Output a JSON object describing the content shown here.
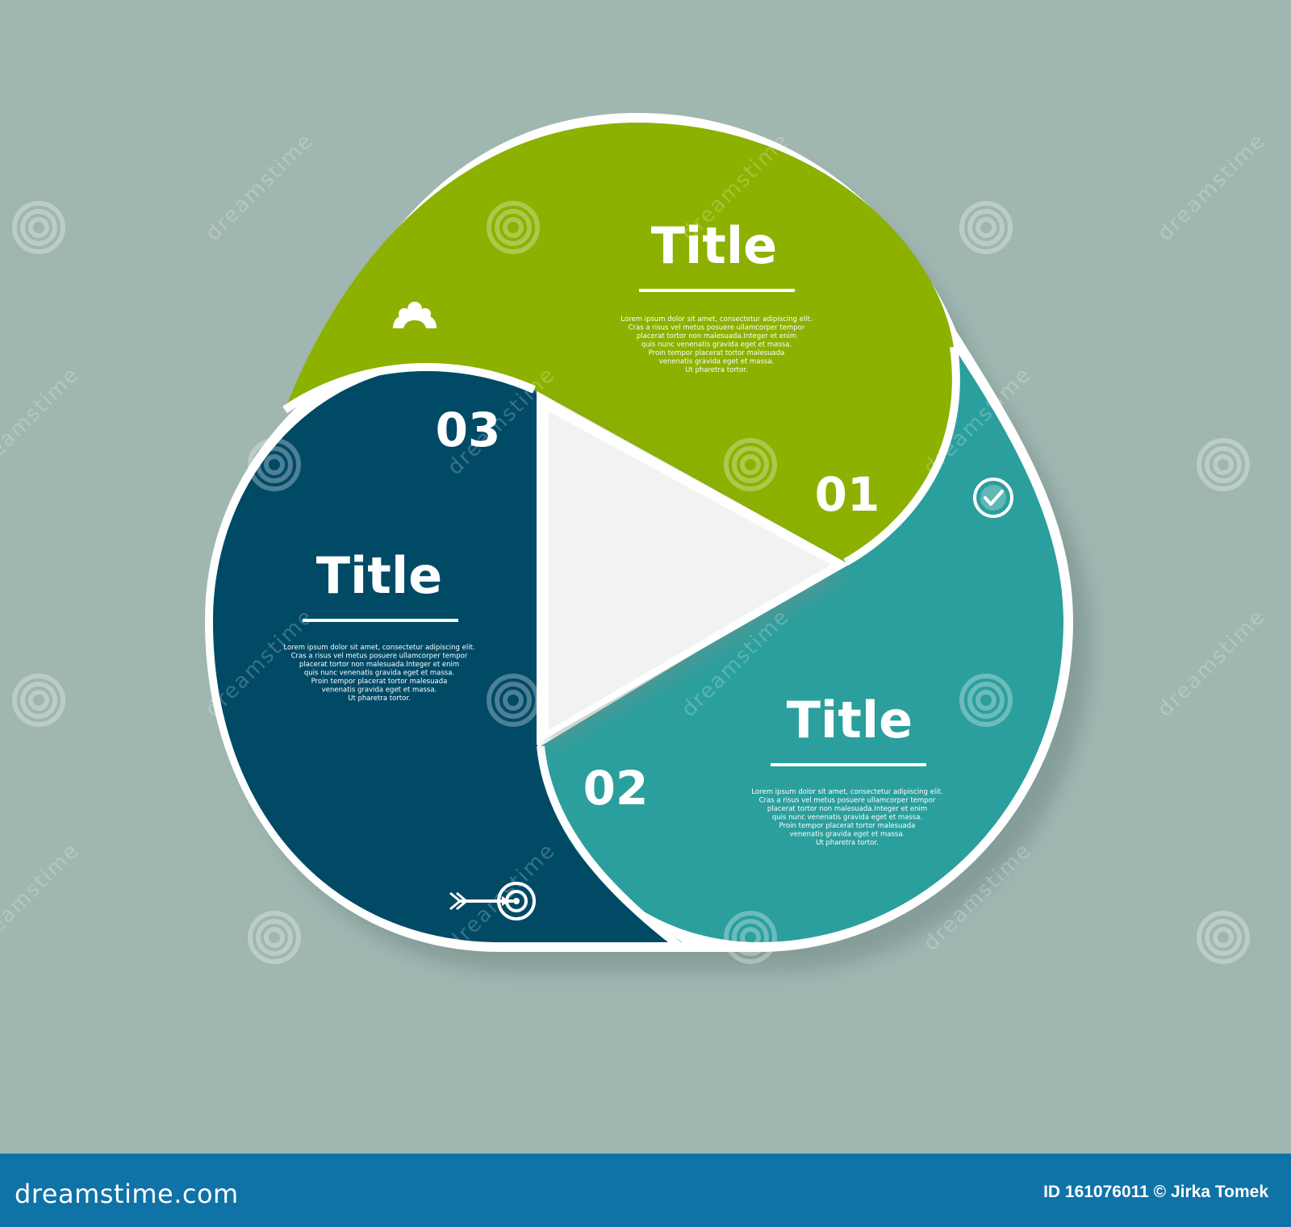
{
  "colors": {
    "background": "#a0b6b1",
    "green": "#8cb100",
    "teal": "#2b9f9d",
    "navy": "#004a66",
    "outline": "#ffffff",
    "footer": "#0f73a8"
  },
  "segments": [
    {
      "number": "01",
      "title": "Title",
      "body": [
        "Lorem ipsum dolor sit amet, consectetur adipiscing elit.",
        "Cras a risus vel metus posuere ullamcorper tempor",
        "placerat tortor non malesuada.Integer et enim",
        "quis nunc venenatis gravida eget et massa.",
        "Proin tempor placerat tortor  malesuada",
        "venenatis gravida eget et massa.",
        "Ut pharetra tortor."
      ],
      "icon": "person-icon"
    },
    {
      "number": "02",
      "title": "Title",
      "body": [
        "Lorem ipsum dolor sit amet, consectetur adipiscing elit.",
        "Cras a risus vel metus posuere ullamcorper tempor",
        "placerat tortor non malesuada.Integer et enim",
        "quis nunc venenatis gravida eget et massa.",
        "Proin tempor placerat tortor  malesuada",
        "venenatis gravida eget et massa.",
        "Ut pharetra tortor."
      ],
      "icon": "clock-icon"
    },
    {
      "number": "03",
      "title": "Title",
      "body": [
        "Lorem ipsum dolor sit amet, consectetur adipiscing elit.",
        "Cras a risus vel metus posuere ullamcorper tempor",
        "placerat tortor non malesuada.Integer et enim",
        "quis nunc venenatis gravida eget et massa.",
        "Proin tempor placerat tortor  malesuada",
        "venenatis gravida eget et massa.",
        "Ut pharetra tortor."
      ],
      "icon": "target-arrow-icon"
    }
  ],
  "watermark": "dreamstime",
  "footer": {
    "brand": "dreamstime.com",
    "credit": "ID 161076011 © Jirka Tomek"
  }
}
